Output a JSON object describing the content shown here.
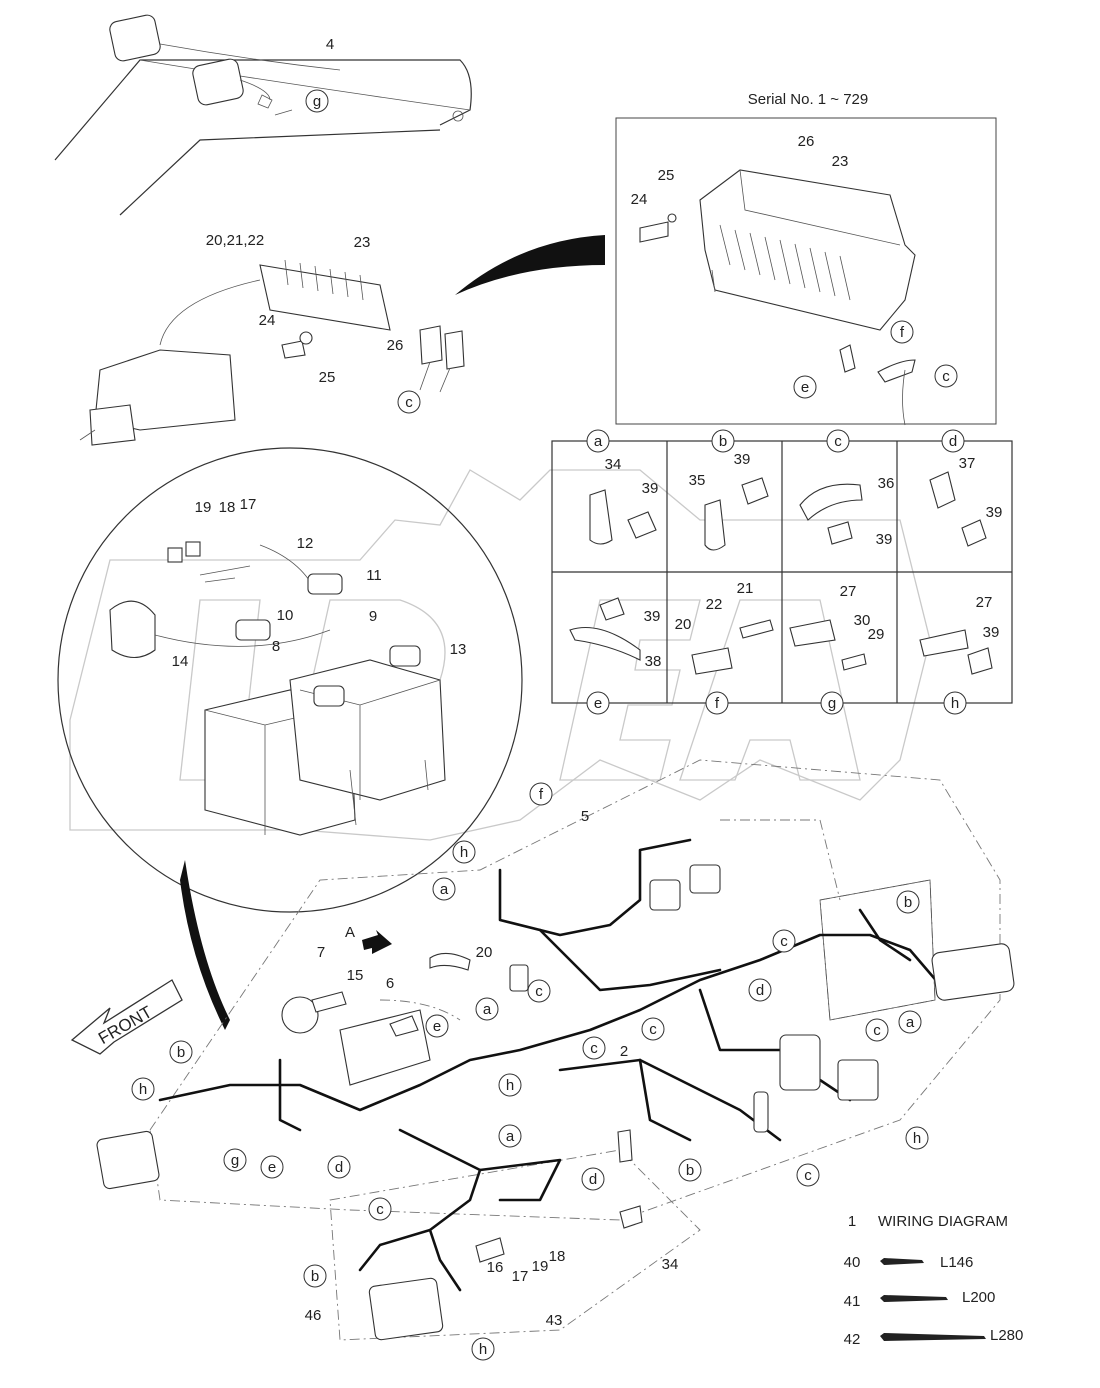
{
  "serial_label": "Serial No. 1 ~ 729",
  "front_label": "FRONT",
  "view_arrow_label": "A",
  "legend": {
    "wiring": {
      "num": "1",
      "text": "WIRING DIAGRAM"
    },
    "ties": [
      {
        "num": "40",
        "label": "L146"
      },
      {
        "num": "41",
        "label": "L200"
      },
      {
        "num": "42",
        "label": "L280"
      }
    ]
  },
  "clip_grid": {
    "cells": [
      {
        "letter": "a",
        "parts": [
          "34",
          "39"
        ]
      },
      {
        "letter": "b",
        "parts": [
          "35",
          "39"
        ]
      },
      {
        "letter": "c",
        "parts": [
          "36",
          "39"
        ]
      },
      {
        "letter": "d",
        "parts": [
          "37",
          "39"
        ]
      },
      {
        "letter": "e",
        "parts": [
          "39",
          "38"
        ]
      },
      {
        "letter": "f",
        "parts": [
          "21",
          "22",
          "20"
        ]
      },
      {
        "letter": "g",
        "parts": [
          "27",
          "30",
          "29"
        ]
      },
      {
        "letter": "h",
        "parts": [
          "27",
          "39"
        ]
      }
    ]
  },
  "callouts": {
    "numbers": [
      {
        "id": "4",
        "text": "4"
      },
      {
        "id": "24a",
        "text": "24"
      },
      {
        "id": "25a",
        "text": "25"
      },
      {
        "id": "26a",
        "text": "26"
      },
      {
        "id": "23a",
        "text": "23"
      },
      {
        "id": "20-22",
        "text": "20,21,22"
      },
      {
        "id": "23b",
        "text": "23"
      },
      {
        "id": "24b",
        "text": "24"
      },
      {
        "id": "26b",
        "text": "26"
      },
      {
        "id": "25b",
        "text": "25"
      },
      {
        "id": "19a",
        "text": "19"
      },
      {
        "id": "18a",
        "text": "18"
      },
      {
        "id": "17a",
        "text": "17"
      },
      {
        "id": "12",
        "text": "12"
      },
      {
        "id": "11",
        "text": "11"
      },
      {
        "id": "10",
        "text": "10"
      },
      {
        "id": "9",
        "text": "9"
      },
      {
        "id": "8",
        "text": "8"
      },
      {
        "id": "13",
        "text": "13"
      },
      {
        "id": "14",
        "text": "14"
      },
      {
        "id": "5",
        "text": "5"
      },
      {
        "id": "7",
        "text": "7"
      },
      {
        "id": "15",
        "text": "15"
      },
      {
        "id": "6",
        "text": "6"
      },
      {
        "id": "20b",
        "text": "20"
      },
      {
        "id": "2",
        "text": "2"
      },
      {
        "id": "16",
        "text": "16"
      },
      {
        "id": "17b",
        "text": "17"
      },
      {
        "id": "19b",
        "text": "19"
      },
      {
        "id": "18b",
        "text": "18"
      },
      {
        "id": "34b",
        "text": "34"
      },
      {
        "id": "43",
        "text": "43"
      },
      {
        "id": "46",
        "text": "46"
      }
    ],
    "letters": [
      {
        "id": "g1",
        "text": "g"
      },
      {
        "id": "c1",
        "text": "c"
      },
      {
        "id": "f1",
        "text": "f"
      },
      {
        "id": "e1",
        "text": "e"
      },
      {
        "id": "c2",
        "text": "c"
      },
      {
        "id": "f2",
        "text": "f"
      },
      {
        "id": "h1",
        "text": "h"
      },
      {
        "id": "a1",
        "text": "a"
      },
      {
        "id": "b1",
        "text": "b"
      },
      {
        "id": "c3",
        "text": "c"
      },
      {
        "id": "c4",
        "text": "c"
      },
      {
        "id": "d1",
        "text": "d"
      },
      {
        "id": "a2",
        "text": "a"
      },
      {
        "id": "e2",
        "text": "e"
      },
      {
        "id": "c5",
        "text": "c"
      },
      {
        "id": "c6",
        "text": "c"
      },
      {
        "id": "a3",
        "text": "a"
      },
      {
        "id": "h2",
        "text": "h"
      },
      {
        "id": "b2",
        "text": "b"
      },
      {
        "id": "h3",
        "text": "h"
      },
      {
        "id": "g2",
        "text": "g"
      },
      {
        "id": "e3",
        "text": "e"
      },
      {
        "id": "d2",
        "text": "d"
      },
      {
        "id": "h4",
        "text": "h"
      },
      {
        "id": "a4",
        "text": "a"
      },
      {
        "id": "c7",
        "text": "c"
      },
      {
        "id": "d3",
        "text": "d"
      },
      {
        "id": "b3",
        "text": "b"
      },
      {
        "id": "c8",
        "text": "c"
      },
      {
        "id": "c9",
        "text": "c"
      },
      {
        "id": "b4",
        "text": "b"
      },
      {
        "id": "h5",
        "text": "h"
      }
    ]
  }
}
